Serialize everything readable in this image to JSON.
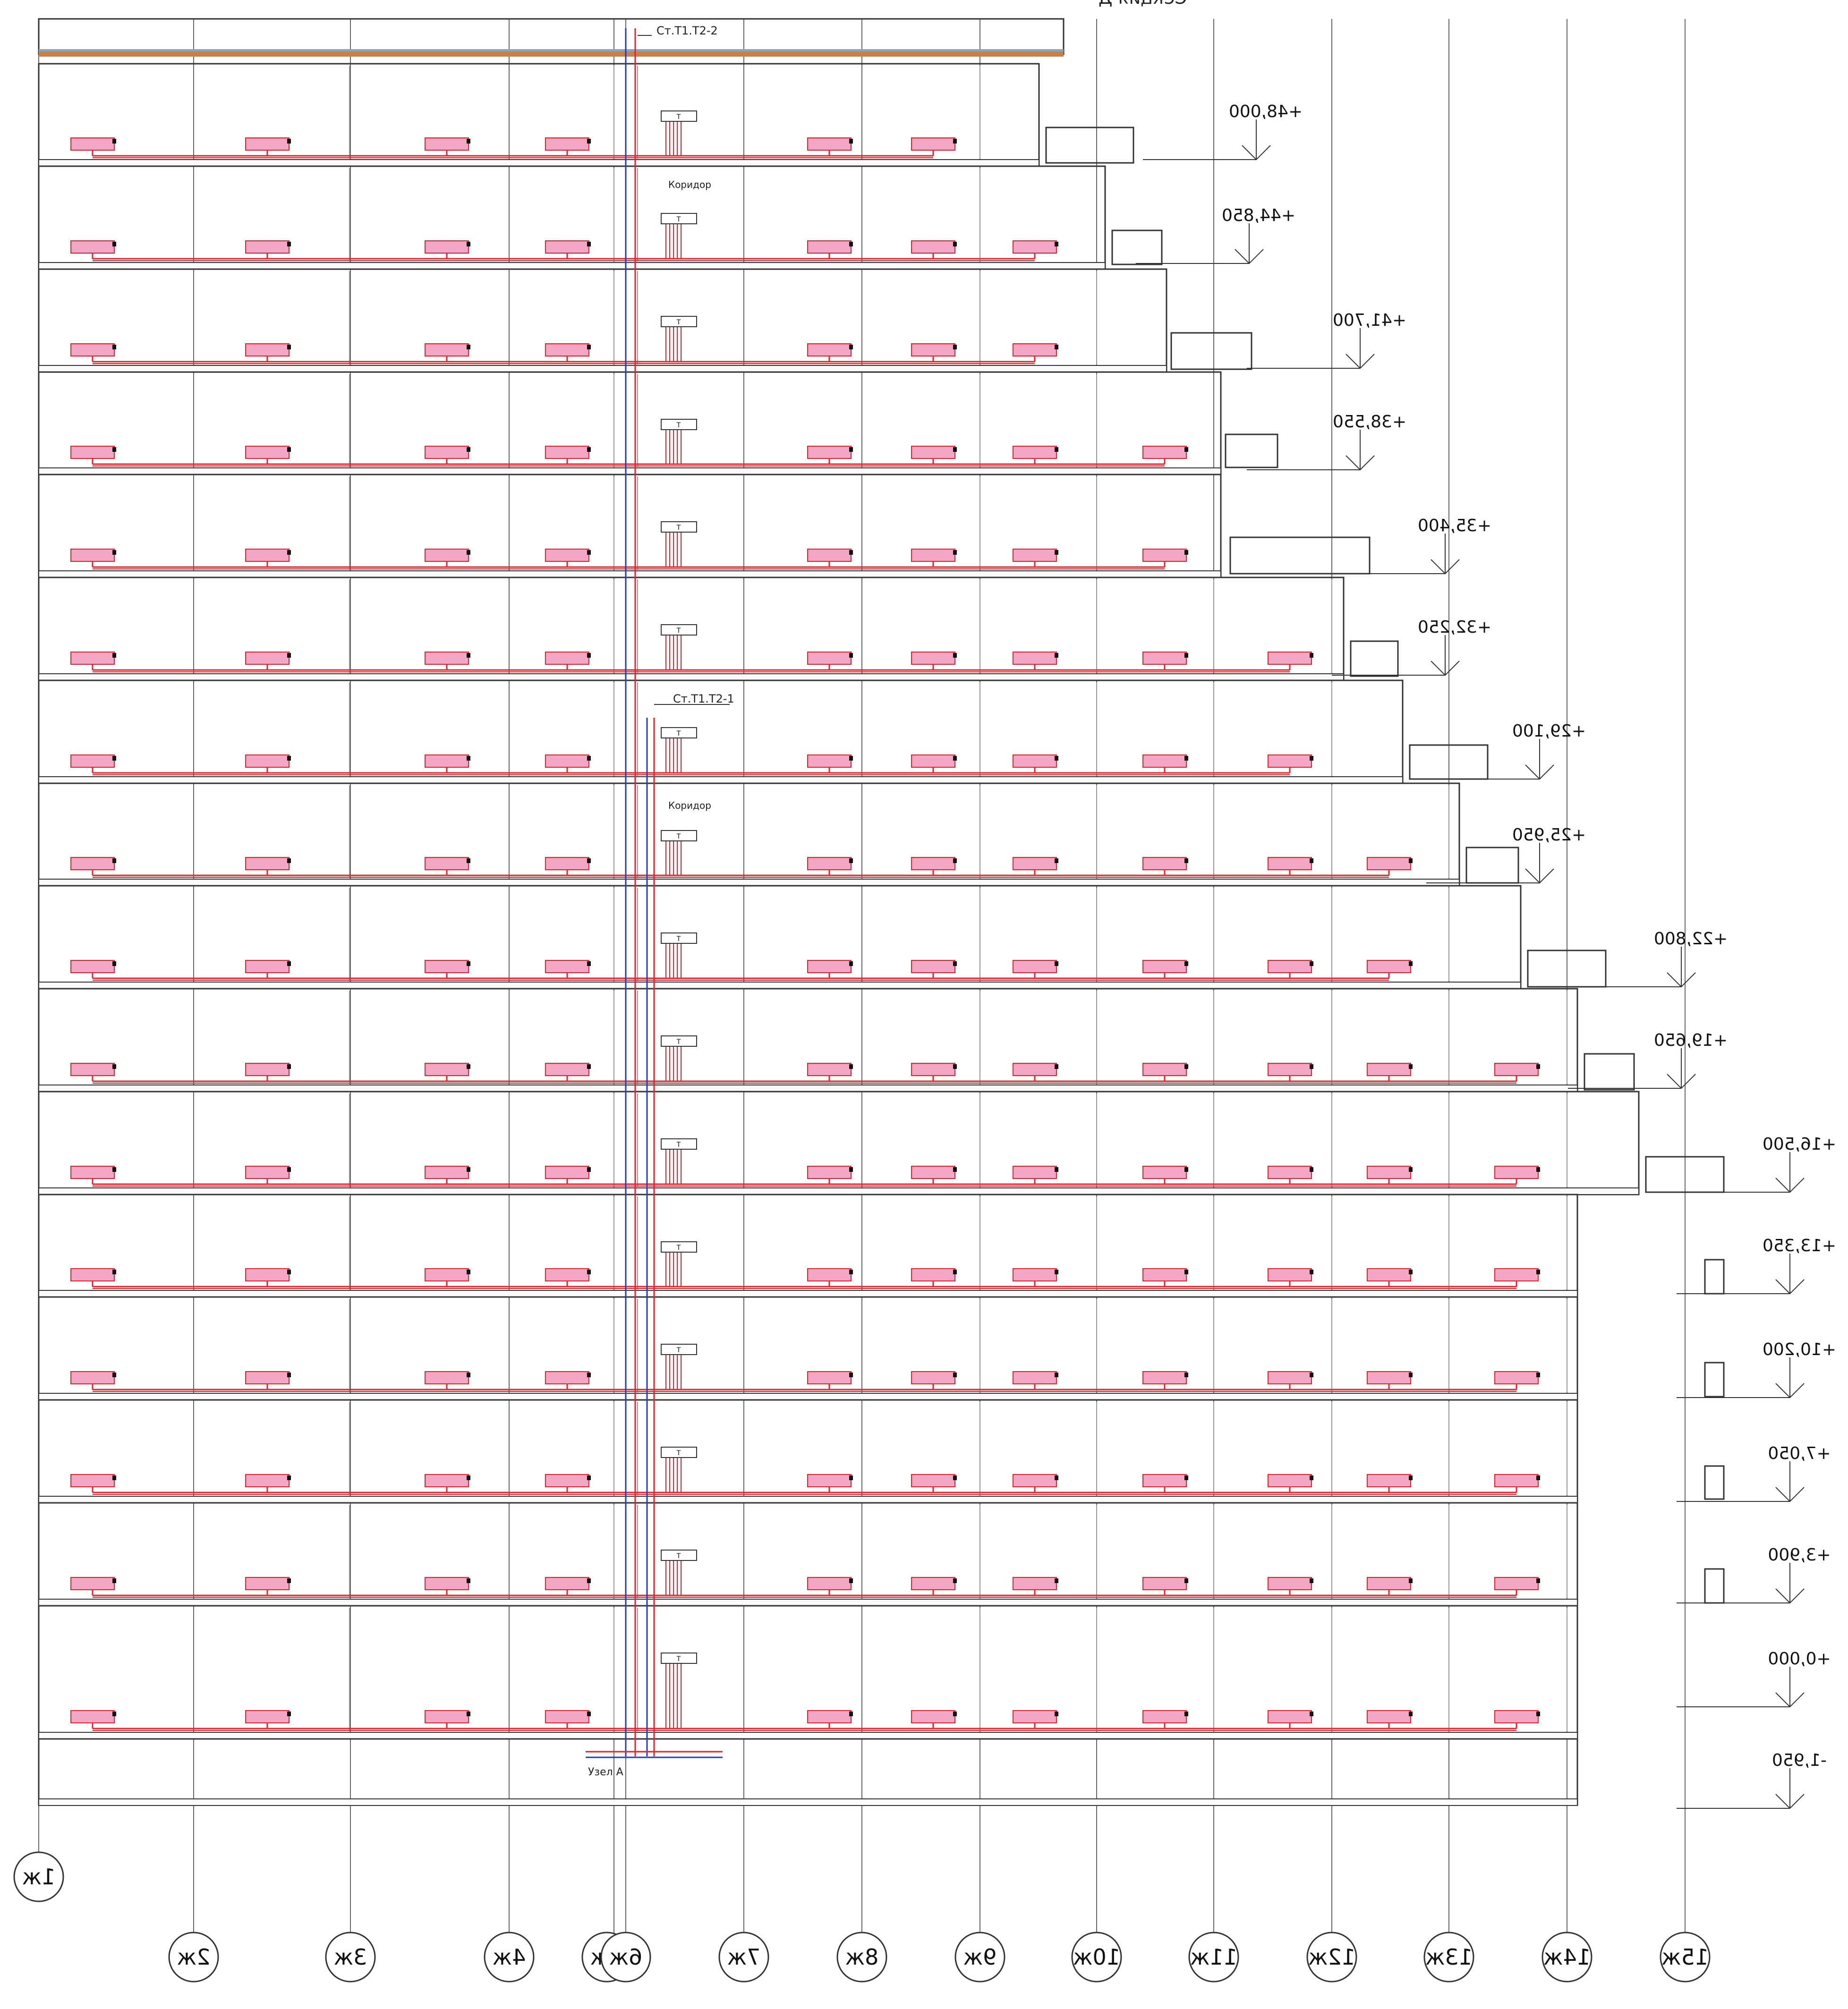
{
  "title": "Секция Д",
  "risers": [
    {
      "label": "Ст.Т1.Т2-2"
    },
    {
      "label": "Ст.Т1.Т2-1"
    }
  ],
  "corridor_label": "Коридор",
  "node_label": "Узел А",
  "manifold_mark": "Т",
  "levels": [
    {
      "elev": "+48,000"
    },
    {
      "elev": "+44,850"
    },
    {
      "elev": "+41,700"
    },
    {
      "elev": "+38,550"
    },
    {
      "elev": "+35,400"
    },
    {
      "elev": "+32,250"
    },
    {
      "elev": "+29,100"
    },
    {
      "elev": "+25,950"
    },
    {
      "elev": "+22,800"
    },
    {
      "elev": "+19,650"
    },
    {
      "elev": "+16,500"
    },
    {
      "elev": "+13,350"
    },
    {
      "elev": "+10,200"
    },
    {
      "elev": "+7,050"
    },
    {
      "elev": "+3,900"
    },
    {
      "elev": "+0,000"
    },
    {
      "elev": "-1,950"
    }
  ],
  "axes": [
    "1ж",
    "2ж",
    "3ж",
    "4ж",
    "5ж",
    "6ж",
    "7ж",
    "8ж",
    "9ж",
    "10ж",
    "11ж",
    "12ж",
    "13ж",
    "14ж",
    "15ж"
  ],
  "colors": {
    "line": "#333333",
    "supply": "#e8202a",
    "return": "#1f3bd6",
    "radiator_fill": "#f3a7c4",
    "roof": "#c8804a",
    "roof_insulation": "#8fa3b8"
  }
}
